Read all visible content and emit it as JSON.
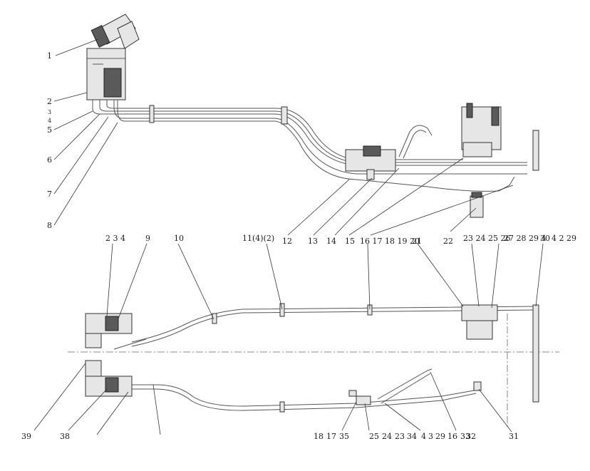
{
  "labels": {
    "l1": "1",
    "l2": "2",
    "l3": "3",
    "l4": "4",
    "l5": "5",
    "l6": "6",
    "l7": "7",
    "l8": "8",
    "l9": "9",
    "l10": "10",
    "l11": "11(4)(2)",
    "l12": "12",
    "l13": "13",
    "l14": "14",
    "l15": "15",
    "l16": "16 17 18 19 20",
    "l21": "21",
    "l22": "22",
    "l23": "23 24 25 26",
    "l27": "27 28 29 4",
    "l30": "30",
    "l4229": "4 2 29",
    "l234": "2 3 4",
    "l31": "31",
    "l32": "32",
    "l38": "38",
    "l39": "39",
    "lb18": "18",
    "lb17": "17",
    "lb35": "35",
    "lb25": "25",
    "lb24": "24",
    "lb23": "23",
    "lb34": "34",
    "lb4": "4",
    "lb3": "3",
    "lb29": "29",
    "lb16": "16",
    "lb33": "33"
  }
}
